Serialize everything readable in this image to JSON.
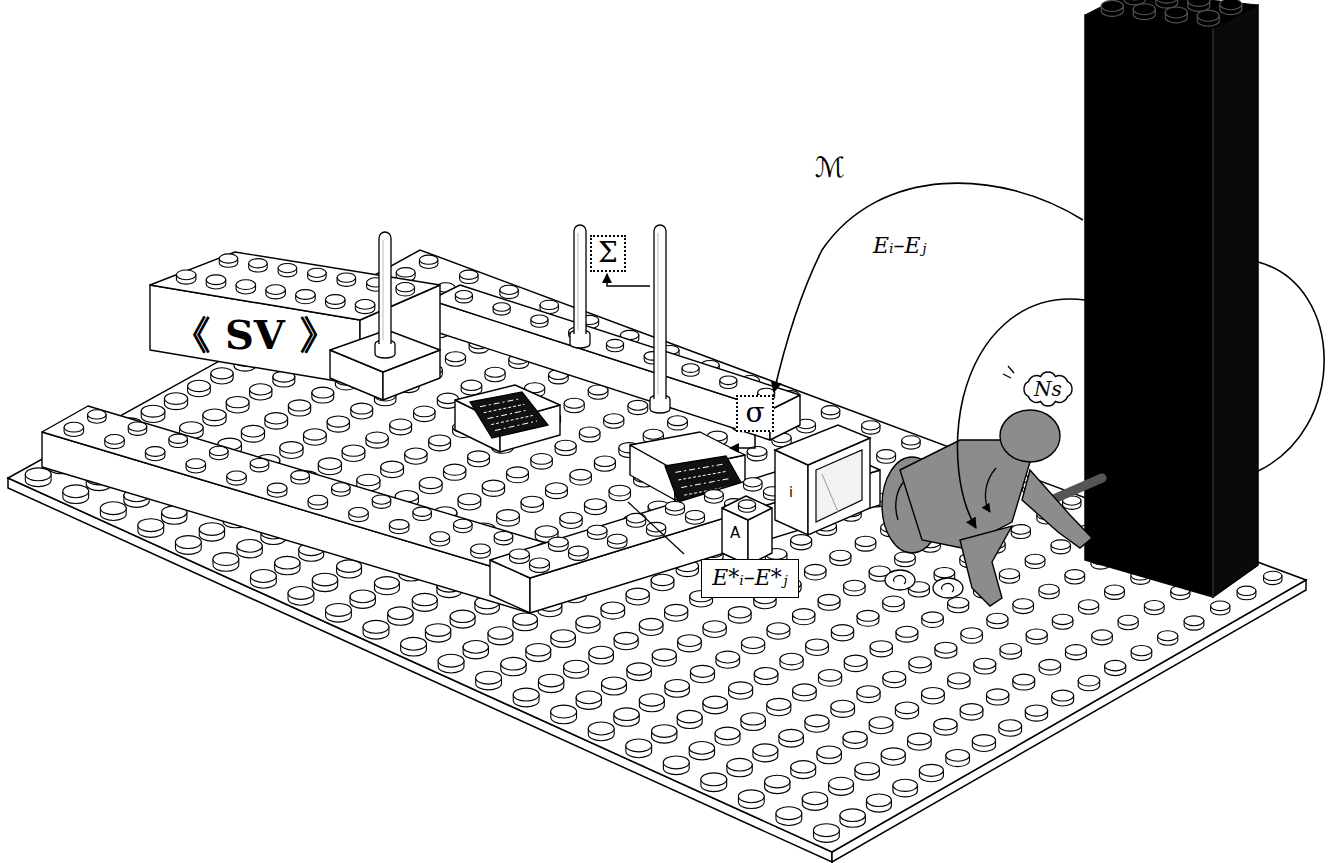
{
  "diagram": {
    "nodes": [
      {
        "text": [
          "Σ"
        ]
      },
      {
        "text": [
          "σ"
        ]
      },
      {
        "text": [
          "E*ᵢ–E*ⱼ"
        ]
      },
      {
        "text": [
          "Ns"
        ]
      }
    ],
    "labels": [
      "《 SV 》",
      "A",
      "i",
      "ℳ",
      "Eᵢ–Eⱼ"
    ]
  }
}
